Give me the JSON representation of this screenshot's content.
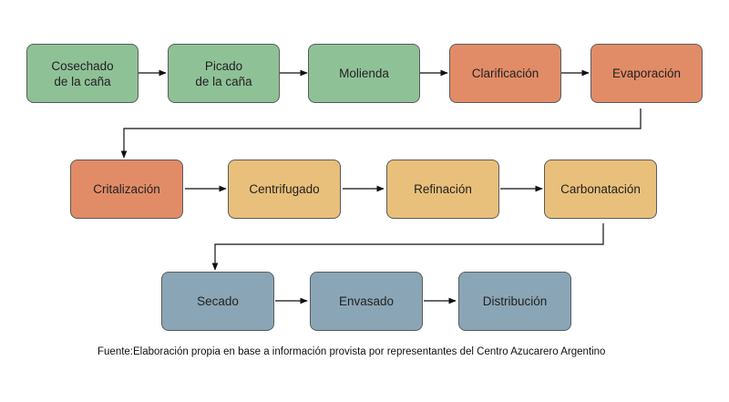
{
  "steps": {
    "cosechado": "Cosechado\nde la caña",
    "picado": "Picado\nde la caña",
    "molienda": "Molienda",
    "clarificacion": "Clarificación",
    "evaporacion": "Evaporación",
    "critalizacion": "Critalización",
    "centrifugado": "Centrifugado",
    "refinacion": "Refinación",
    "carbonatacion": "Carbonatación",
    "secado": "Secado",
    "envasado": "Envasado",
    "distribucion": "Distribución"
  },
  "colors": {
    "green": "#8fc197",
    "orange": "#e28c67",
    "yellow": "#e9c07b",
    "blue": "#8aa6b6"
  },
  "source": "Fuente:Elaboración propia en base a información provista por representantes del Centro Azucarero Argentino"
}
